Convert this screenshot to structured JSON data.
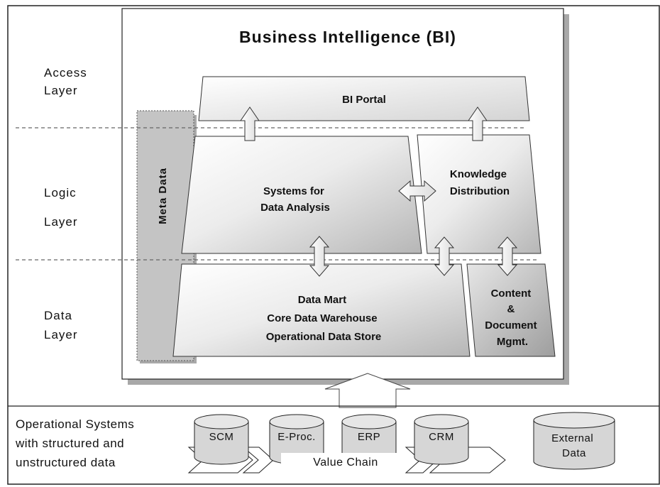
{
  "title": "Business Intelligence (BI)",
  "layers": {
    "access": [
      "Access",
      "Layer"
    ],
    "logic": [
      "Logic",
      "Layer"
    ],
    "data": [
      "Data",
      "Layer"
    ]
  },
  "blocks": {
    "bi_portal": "BI Portal",
    "meta_data": "Meta Data",
    "systems_analysis": [
      "Systems for",
      "Data Analysis"
    ],
    "knowledge": [
      "Knowledge",
      "Distribution"
    ],
    "data_store": [
      "Data Mart",
      "Core Data Warehouse",
      "Operational Data Store"
    ],
    "content": [
      "Content",
      "&",
      "Document",
      "Mgmt."
    ]
  },
  "operational": {
    "label": [
      "Operational Systems",
      "with structured and",
      "unstructured data"
    ],
    "systems": [
      "SCM",
      "E-Proc.",
      "ERP",
      "CRM"
    ],
    "external": [
      "External",
      "Data"
    ],
    "value_chain": "Value Chain"
  },
  "colors": {
    "block_light": "#f4f4f4",
    "block_dark": "#c2c2c2",
    "meta_fill": "#c4c4c4",
    "shadow": "#a8a8a8",
    "cylinder": "#d6d6d6",
    "stroke": "#222222"
  }
}
